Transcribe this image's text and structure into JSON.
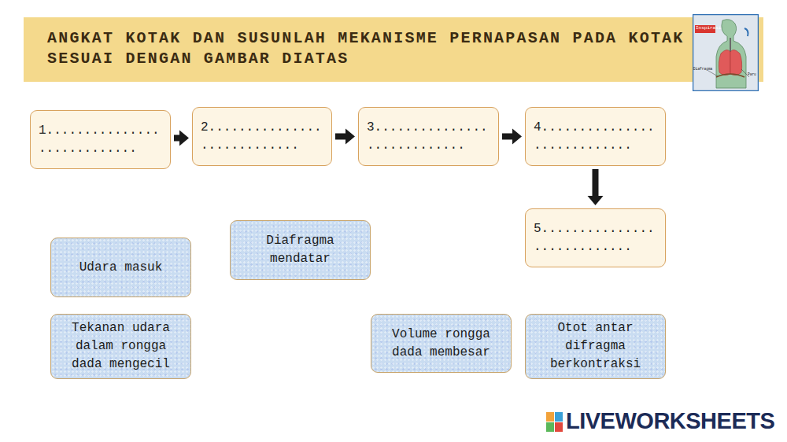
{
  "diagram": {
    "title": "ANGKAT KOTAK DAN SUSUNLAH MEKANISME PERNAPASAN PADA KOTAK SESUAI DENGAN GAMBAR DIATAS",
    "nodes": [
      {
        "text": [
          "1............... ............."
        ]
      },
      {
        "text": [
          "2............... ............."
        ]
      },
      {
        "text": [
          "3............... ............."
        ]
      },
      {
        "text": [
          "4............... ............."
        ]
      },
      {
        "text": [
          "5............... ............."
        ]
      },
      {
        "text": [
          "Udara masuk"
        ]
      },
      {
        "text": [
          "Diafragma mendatar"
        ]
      },
      {
        "text": [
          "Tekanan udara dalam rongga dada mengecil"
        ]
      },
      {
        "text": [
          "Volume rongga dada membesar"
        ]
      },
      {
        "text": [
          "Otot antar difragma berkontraksi"
        ]
      }
    ],
    "edges": [
      {
        "from": 0,
        "to": 1,
        "arrow": "to"
      },
      {
        "from": 1,
        "to": 2,
        "arrow": "to"
      },
      {
        "from": 2,
        "to": 3,
        "arrow": "to"
      },
      {
        "from": 3,
        "to": 4,
        "arrow": "to"
      }
    ],
    "labels": [
      "Inspirasi",
      "Diafragma",
      "Paru",
      "LIVEWORKSHEETS"
    ]
  }
}
